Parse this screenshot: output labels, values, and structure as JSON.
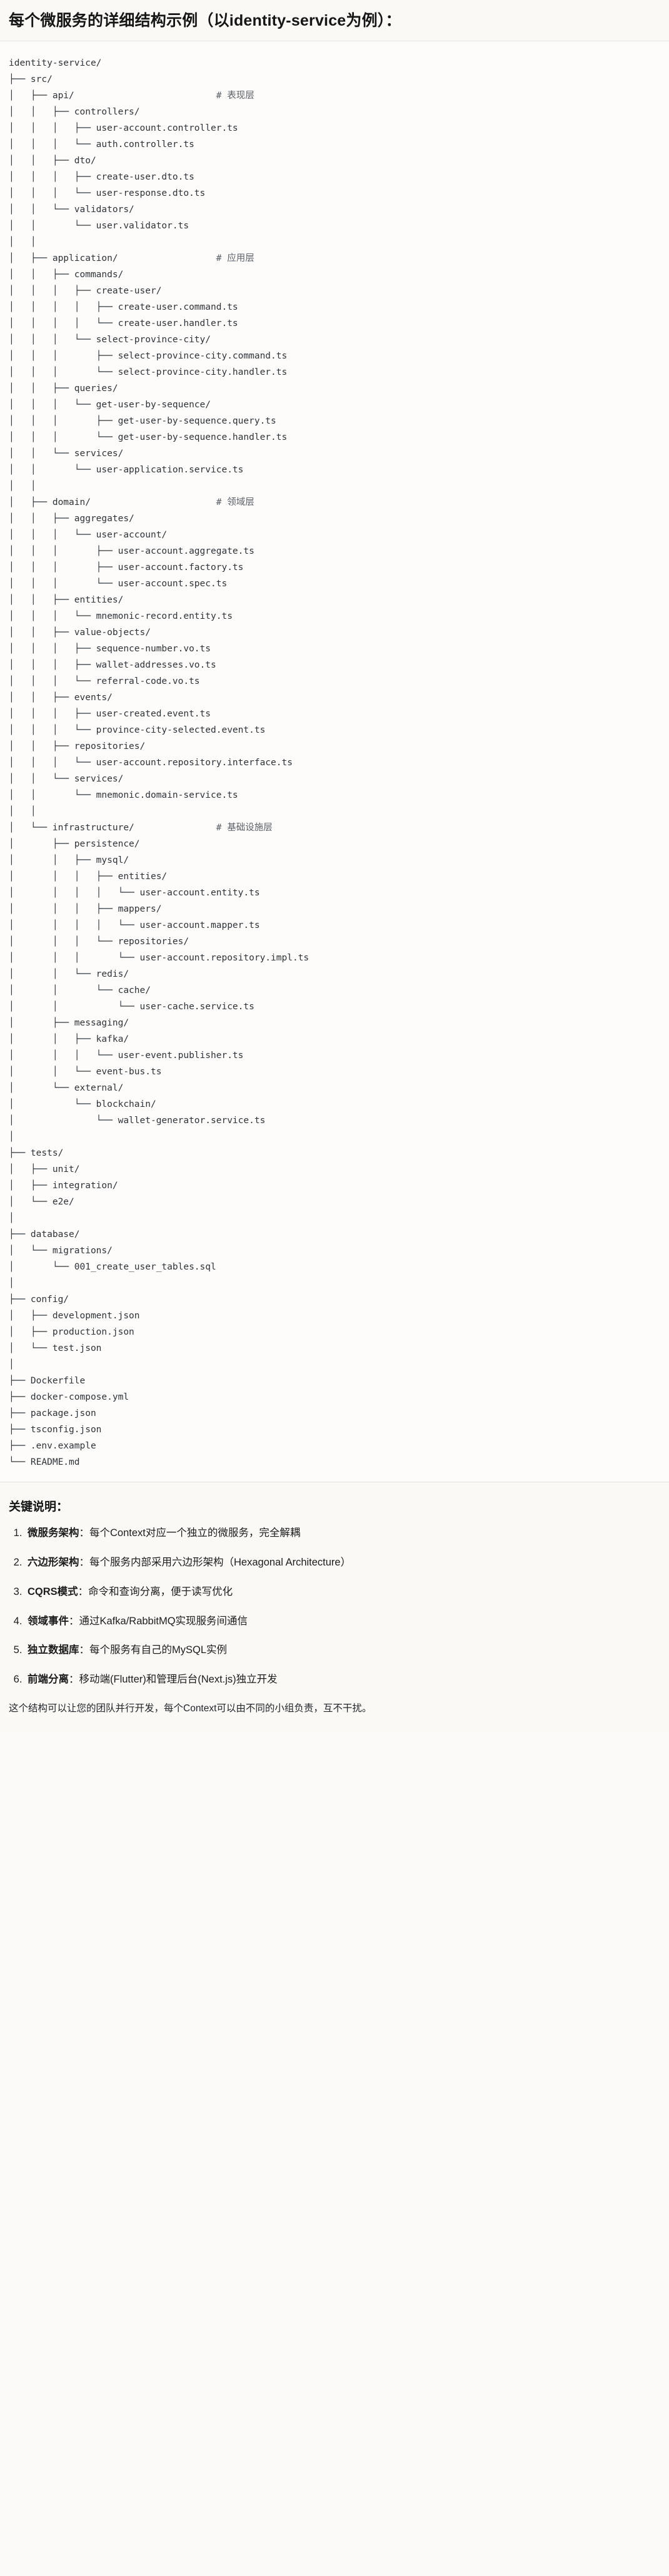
{
  "header": {
    "title": "每个微服务的详细结构示例（以identity-service为例）："
  },
  "tree": {
    "text": "identity-service/\n├── src/\n│   ├── api/                          # 表现层\n│   │   ├── controllers/\n│   │   │   ├── user-account.controller.ts\n│   │   │   └── auth.controller.ts\n│   │   ├── dto/\n│   │   │   ├── create-user.dto.ts\n│   │   │   └── user-response.dto.ts\n│   │   └── validators/\n│   │       └── user.validator.ts\n│   │\n│   ├── application/                  # 应用层\n│   │   ├── commands/\n│   │   │   ├── create-user/\n│   │   │   │   ├── create-user.command.ts\n│   │   │   │   └── create-user.handler.ts\n│   │   │   └── select-province-city/\n│   │   │       ├── select-province-city.command.ts\n│   │   │       └── select-province-city.handler.ts\n│   │   ├── queries/\n│   │   │   └── get-user-by-sequence/\n│   │   │       ├── get-user-by-sequence.query.ts\n│   │   │       └── get-user-by-sequence.handler.ts\n│   │   └── services/\n│   │       └── user-application.service.ts\n│   │\n│   ├── domain/                       # 领域层\n│   │   ├── aggregates/\n│   │   │   └── user-account/\n│   │   │       ├── user-account.aggregate.ts\n│   │   │       ├── user-account.factory.ts\n│   │   │       └── user-account.spec.ts\n│   │   ├── entities/\n│   │   │   └── mnemonic-record.entity.ts\n│   │   ├── value-objects/\n│   │   │   ├── sequence-number.vo.ts\n│   │   │   ├── wallet-addresses.vo.ts\n│   │   │   └── referral-code.vo.ts\n│   │   ├── events/\n│   │   │   ├── user-created.event.ts\n│   │   │   └── province-city-selected.event.ts\n│   │   ├── repositories/\n│   │   │   └── user-account.repository.interface.ts\n│   │   └── services/\n│   │       └── mnemonic.domain-service.ts\n│   │\n│   └── infrastructure/               # 基础设施层\n│       ├── persistence/\n│       │   ├── mysql/\n│       │   │   ├── entities/\n│       │   │   │   └── user-account.entity.ts\n│       │   │   ├── mappers/\n│       │   │   │   └── user-account.mapper.ts\n│       │   │   └── repositories/\n│       │   │       └── user-account.repository.impl.ts\n│       │   └── redis/\n│       │       └── cache/\n│       │           └── user-cache.service.ts\n│       ├── messaging/\n│       │   ├── kafka/\n│       │   │   └── user-event.publisher.ts\n│       │   └── event-bus.ts\n│       └── external/\n│           └── blockchain/\n│               └── wallet-generator.service.ts\n│\n├── tests/\n│   ├── unit/\n│   ├── integration/\n│   └── e2e/\n│\n├── database/\n│   └── migrations/\n│       └── 001_create_user_tables.sql\n│\n├── config/\n│   ├── development.json\n│   ├── production.json\n│   └── test.json\n│\n├── Dockerfile\n├── docker-compose.yml\n├── package.json\n├── tsconfig.json\n├── .env.example\n└── README.md",
    "comments": [
      "# 表现层",
      "# 应用层",
      "# 领域层",
      "# 基础设施层"
    ],
    "root": "identity-service/"
  },
  "notes": {
    "title": "关键说明：",
    "items": [
      {
        "lead": "微服务架构",
        "text": "：每个Context对应一个独立的微服务，完全解耦"
      },
      {
        "lead": "六边形架构",
        "text": "：每个服务内部采用六边形架构（Hexagonal Architecture）"
      },
      {
        "lead": "CQRS模式",
        "text": "：命令和查询分离，便于读写优化"
      },
      {
        "lead": "领域事件",
        "text": "：通过Kafka/RabbitMQ实现服务间通信"
      },
      {
        "lead": "独立数据库",
        "text": "：每个服务有自己的MySQL实例"
      },
      {
        "lead": "前端分离",
        "text": "：移动端(Flutter)和管理后台(Next.js)独立开发"
      }
    ],
    "closing": "这个结构可以让您的团队并行开发，每个Context可以由不同的小组负责，互不干扰。"
  },
  "colors": {
    "page_background": "#fbfaf8",
    "tree_background": "#fdfcfa",
    "text": "#1f1f1f",
    "tree_text": "#2e3338",
    "comment_text": "#5b6168",
    "divider": "#e7e4df"
  }
}
